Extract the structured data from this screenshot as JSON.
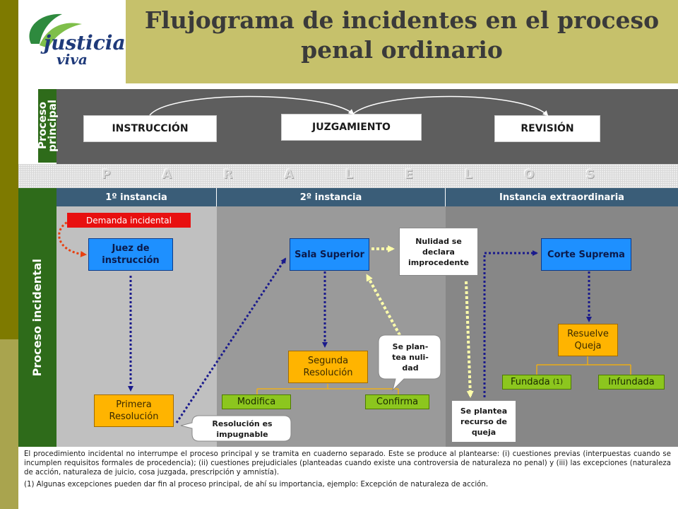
{
  "title": "Flujograma de incidentes en el proceso penal ordinario",
  "logo": {
    "line1": "justicia",
    "line2": "viva"
  },
  "main_process": {
    "label": "Proceso principal",
    "label_lines": [
      "Proceso",
      "principal"
    ],
    "stages": [
      "INSTRUCCIÓN",
      "JUZGAMIENTO",
      "REVISIÓN"
    ]
  },
  "paralelos": [
    "P",
    "A",
    "R",
    "A",
    "L",
    "E",
    "L",
    "O",
    "S"
  ],
  "incidental": {
    "label": "Proceso incidental",
    "columns": [
      "1º instancia",
      "2º instancia",
      "Instancia extraordinaria"
    ],
    "demanda": "Demanda incidental",
    "juez": "Juez de instrucción",
    "primera": "Primera Resolución",
    "impugnable": "Resolución es impugnable",
    "sala": "Sala Superior",
    "segunda": "Segunda Resolución",
    "modifica": "Modifica",
    "confirma": "Confirma",
    "nulidad": "Nulidad se declara improcedente",
    "plantea_nulidad": "Se plan- tea nuli- dad",
    "recurso_queja": "Se plantea recurso de queja",
    "corte": "Corte Suprema",
    "resuelve": "Resuelve Queja",
    "fundada": "Fundada",
    "fundada_note": "(1)",
    "infundada": "Infundada"
  },
  "footnotes": [
    "El procedimiento incidental no interrumpe el proceso principal y se tramita en cuaderno separado. Este se produce al plantearse: (i) cuestiones previas (interpuestas cuando se incumplen requisitos formales de procedencia); (ii) cuestiones prejudiciales (planteadas cuando existe una controversia de naturaleza no penal) y (iii) las excepciones (naturaleza de acción, naturaleza de juicio, cosa juzgada, prescripción y amnistía).",
    "(1) Algunas excepciones pueden dar fin al proceso principal, de ahí su importancia, ejemplo: Excepción de naturaleza de acción."
  ],
  "colors": {
    "olive": "#7e7a00",
    "title_bg": "#c6c16b",
    "green_label": "#2e6b1a",
    "blue": "#1e90ff",
    "orange": "#ffb400",
    "lime": "#8cc61e",
    "red": "#e81010",
    "navy_arrow": "#1a1a8c",
    "yellow_arrow": "#ffffaa"
  }
}
